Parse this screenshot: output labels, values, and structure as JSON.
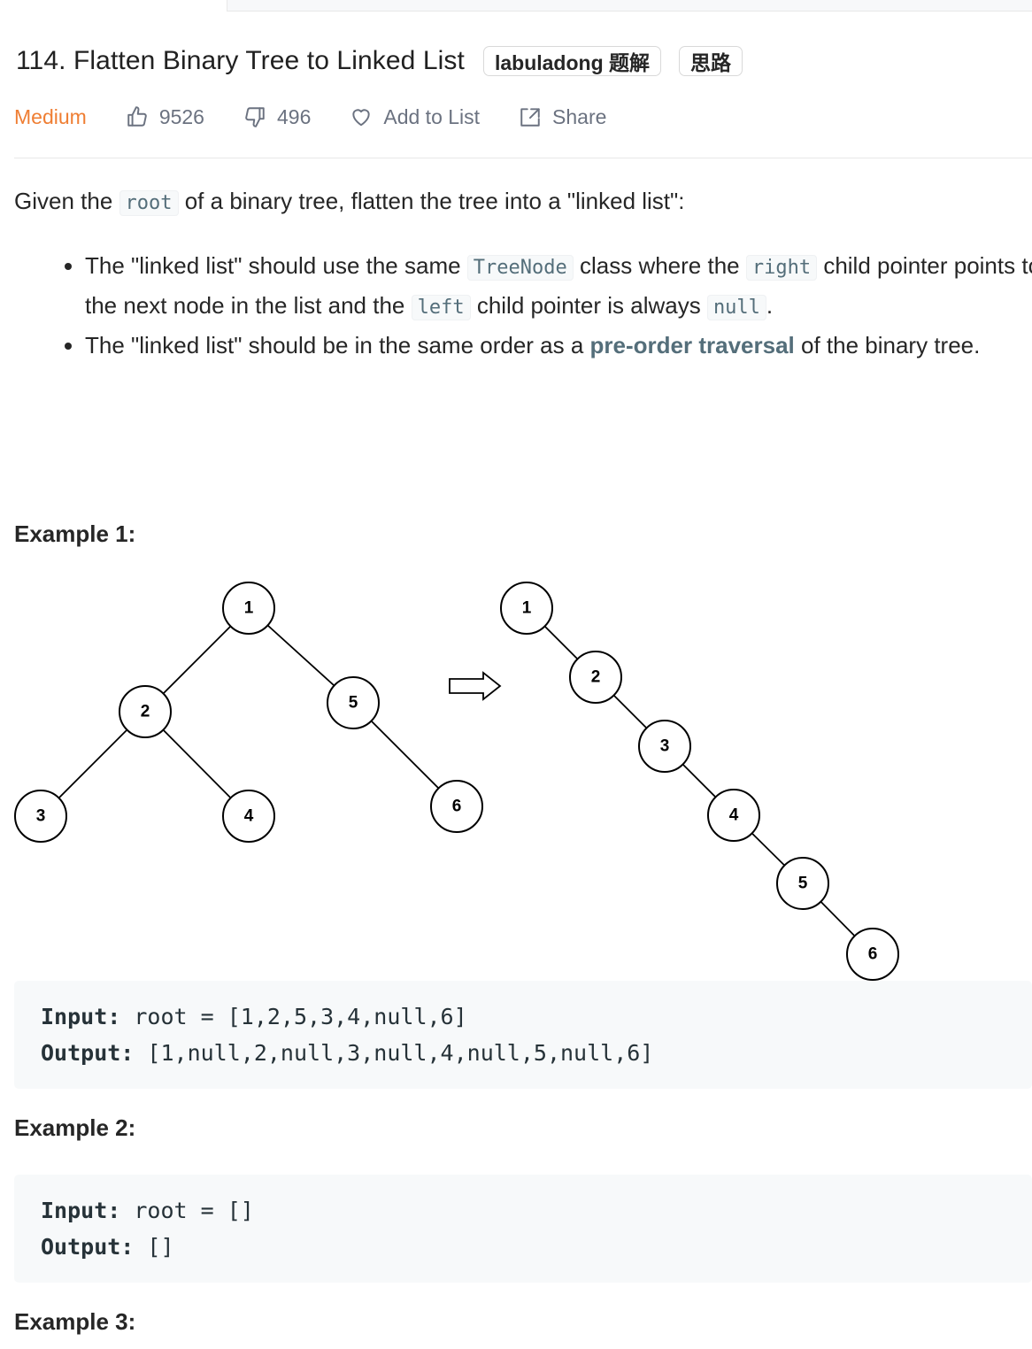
{
  "problem": {
    "title": "114. Flatten Binary Tree to Linked List",
    "solution_tag": "labuladong 题解",
    "idea_tag": "思路",
    "difficulty": "Medium",
    "likes": "9526",
    "dislikes": "496",
    "add_to_list": "Add to List",
    "share": "Share"
  },
  "description": {
    "intro_pre": "Given the ",
    "intro_code": "root",
    "intro_post": " of a binary tree, flatten the tree into a \"linked list\":",
    "bullet1_a": "The \"linked list\" should use the same ",
    "bullet1_code1": "TreeNode",
    "bullet1_b": " class where the ",
    "bullet1_code2": "right",
    "bullet1_c": " child pointer points to the next node in the list and the ",
    "bullet1_code3": "left",
    "bullet1_d": " child pointer is always ",
    "bullet1_code4": "null",
    "bullet1_e": ".",
    "bullet2_a": "The \"linked list\" should be in the same order as a ",
    "bullet2_link": "pre-order traversal",
    "bullet2_b": " of the binary tree."
  },
  "examples": [
    {
      "title": "Example 1:",
      "input_label": "Input:",
      "input_value": " root = [1,2,5,3,4,null,6]",
      "output_label": "Output:",
      "output_value": " [1,null,2,null,3,null,4,null,5,null,6]"
    },
    {
      "title": "Example 2:",
      "input_label": "Input:",
      "input_value": " root = []",
      "output_label": "Output:",
      "output_value": " []"
    },
    {
      "title": "Example 3:"
    }
  ],
  "diagram": {
    "tree_nodes": [
      "1",
      "2",
      "5",
      "3",
      "4",
      "6"
    ],
    "list_nodes": [
      "1",
      "2",
      "3",
      "4",
      "5",
      "6"
    ]
  }
}
